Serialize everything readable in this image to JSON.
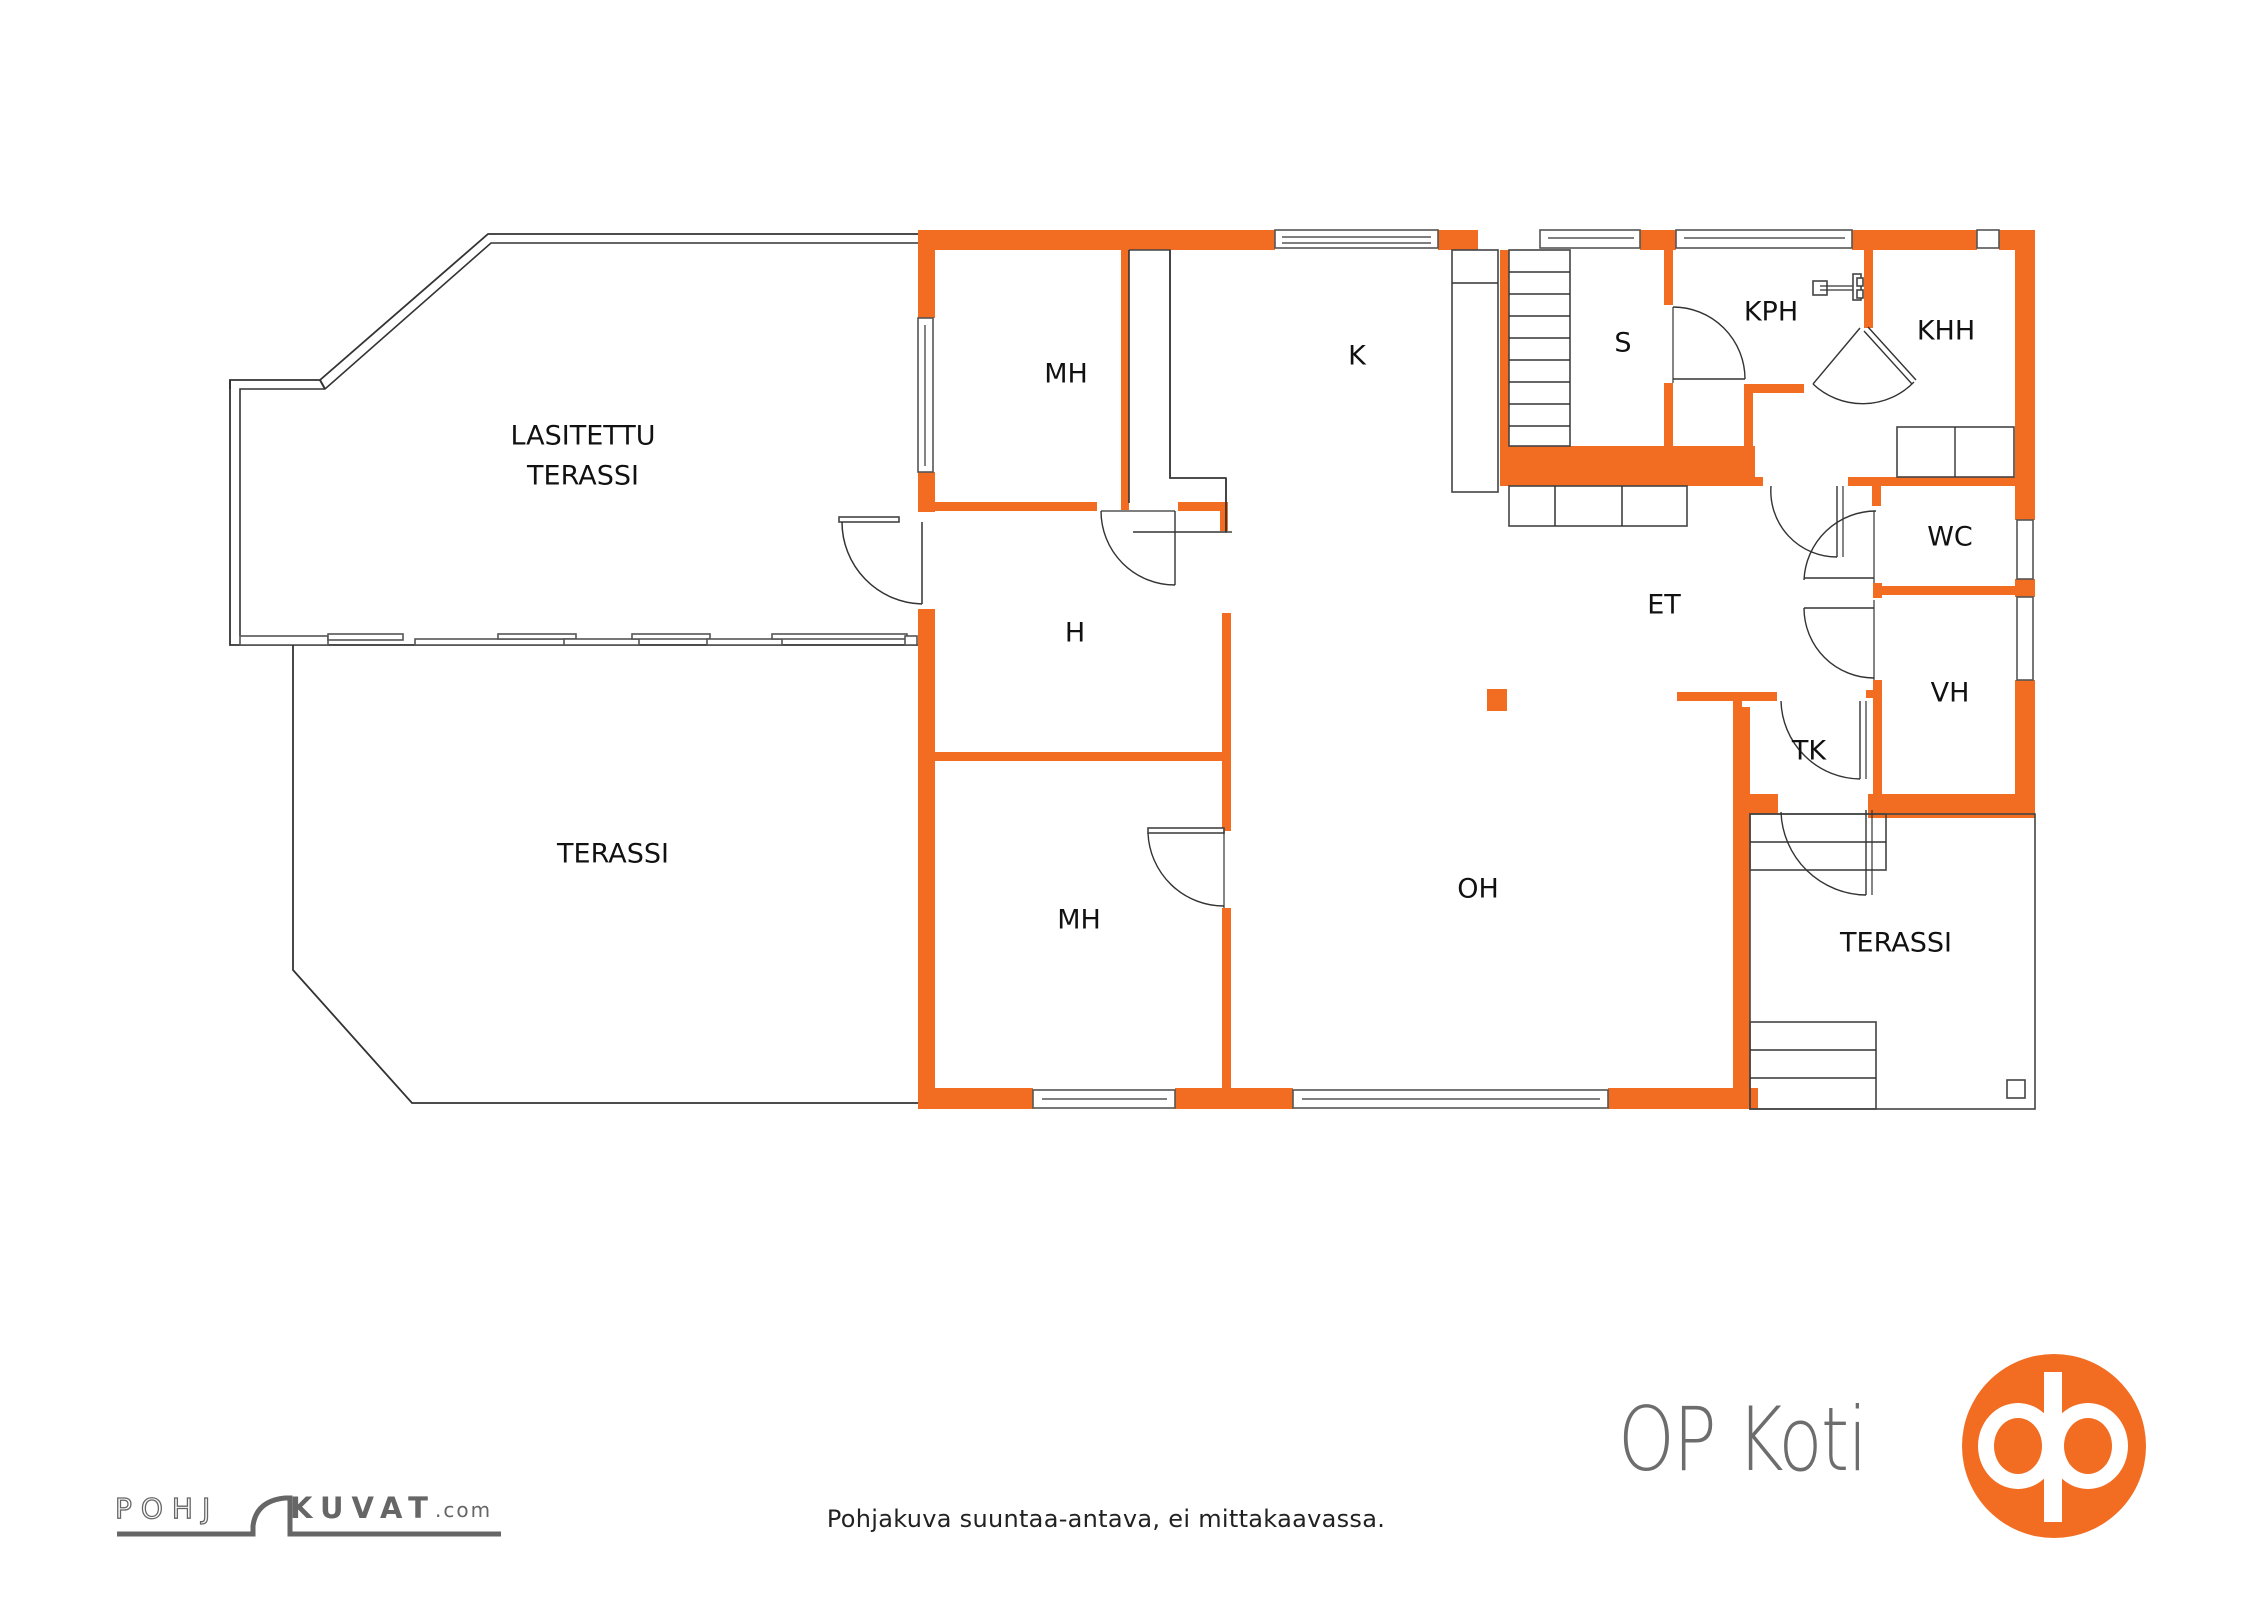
{
  "colors": {
    "wall": "#f26c21",
    "brand_orange": "#f26c21",
    "brand_gray": "#6d6d6d",
    "line": "#333333"
  },
  "rooms": {
    "lasitettu_terassi_line1": "LASITETTU",
    "lasitettu_terassi_line2": "TERASSI",
    "terassi_left": "TERASSI",
    "mh_top": "MH",
    "mh_bottom": "MH",
    "h": "H",
    "k": "K",
    "s": "S",
    "kph": "KPH",
    "khh": "KHH",
    "et": "ET",
    "wc": "WC",
    "vh": "VH",
    "tk": "TK",
    "oh": "OH",
    "terassi_right": "TERASSI"
  },
  "footer": {
    "disclaimer": "Pohjakuva suuntaa-antava, ei mittakaavassa.",
    "brand_name": "OP Koti",
    "logo_icon": "op-logo-icon",
    "credit_outline": "POHJ",
    "credit_bold": "KUVAT",
    "credit_suffix": ".com"
  }
}
